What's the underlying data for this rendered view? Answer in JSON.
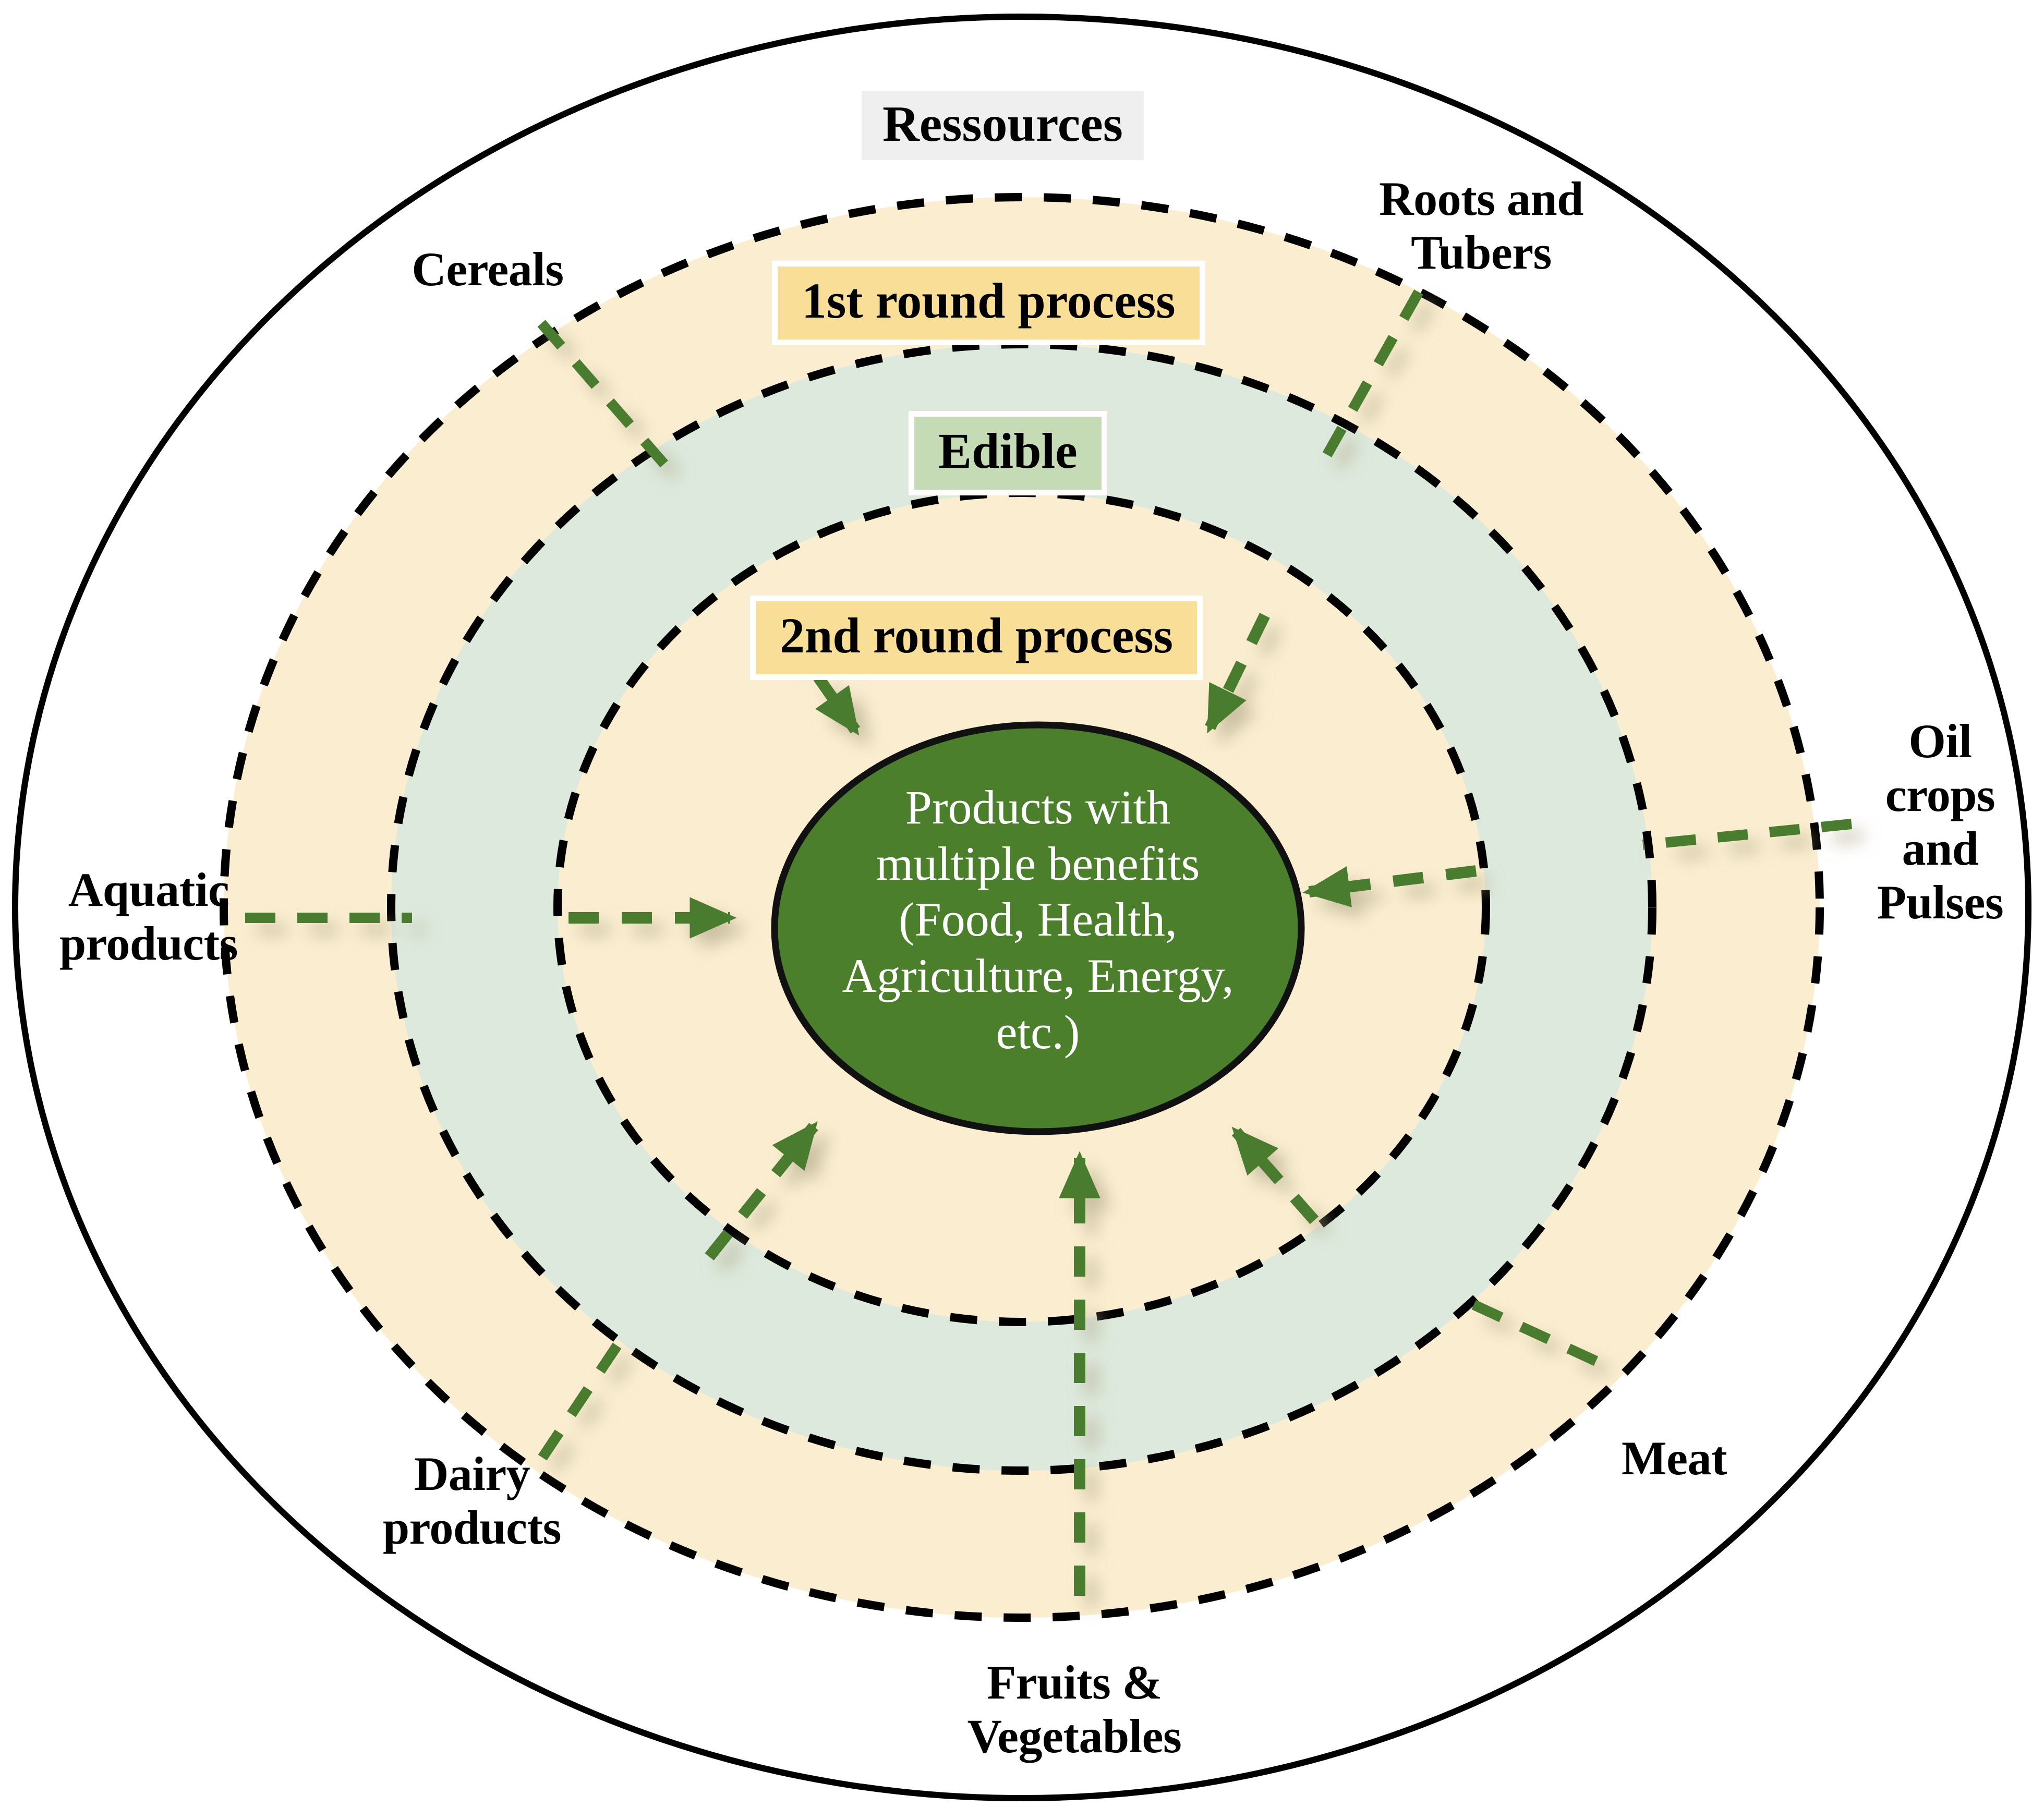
{
  "diagram": {
    "title": "Ressources",
    "bands": [
      {
        "id": "first-round",
        "label": "1st round process",
        "style": "yellow"
      },
      {
        "id": "edible",
        "label": "Edible",
        "style": "green"
      },
      {
        "id": "second-round",
        "label": "2nd round process",
        "style": "yellow"
      }
    ],
    "center": {
      "label": "Products with\nmultiple benefits\n(Food, Health,\nAgriculture, Energy,\netc.)"
    },
    "resources": [
      {
        "id": "cereals",
        "label": "Cereals"
      },
      {
        "id": "roots-and-tubers",
        "label": "Roots and\nTubers"
      },
      {
        "id": "oil-crops-and-pulses",
        "label": "Oil\ncrops\nand\nPulses"
      },
      {
        "id": "meat",
        "label": "Meat"
      },
      {
        "id": "fruits-and-vegetables",
        "label": "Fruits &\nVegetables"
      },
      {
        "id": "dairy-products",
        "label": "Dairy\nproducts"
      },
      {
        "id": "aquatic-products",
        "label": "Aquatic\nproducts"
      }
    ],
    "colors": {
      "outer_ring_fill": "#fbeed0",
      "edible_ring_fill": "#dce9dc",
      "inner_ring_fill": "#fbeed0",
      "center_circle_fill": "#4b7f2c",
      "center_text": "#ffffff",
      "arrow_green": "#4a7c2f",
      "ring_border": "#000000",
      "title_chip_bg": "#efefef",
      "chip_yellow_bg": "#f8de96",
      "chip_green_bg": "#c5dbb6",
      "page_background": "#ffffff"
    }
  }
}
